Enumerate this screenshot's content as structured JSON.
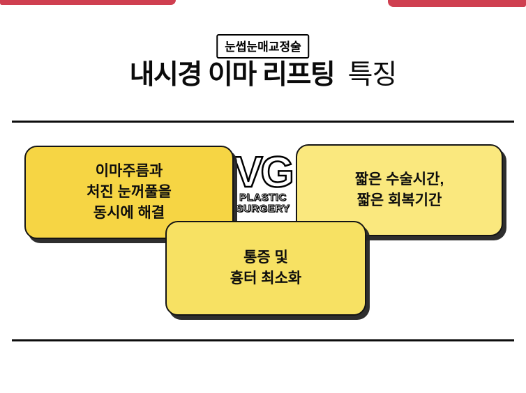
{
  "colors": {
    "accent_red": "#cf3f50",
    "card_left": "#f6d544",
    "card_right": "#fae87e",
    "card_bottom": "#f7e163",
    "ink": "#111111"
  },
  "header": {
    "tag_label": "눈썹눈매교정술",
    "title_strong": "내시경 이마 리프팅",
    "title_light": "특징"
  },
  "cards": [
    {
      "name": "forehead-and-eyelid",
      "color": "#f6d544",
      "lines": [
        "이마주름과",
        "처진 눈꺼풀을",
        "동시에 해결"
      ]
    },
    {
      "name": "short-time-recovery",
      "color": "#fae87e",
      "lines": [
        "짧은 수술시간,",
        "짧은 회복기간"
      ]
    },
    {
      "name": "pain-scar-minimized",
      "color": "#f7e163",
      "lines": [
        "통증 및",
        "흉터 최소화"
      ]
    }
  ],
  "logo": {
    "monogram": "VG",
    "line1": "PLASTIC",
    "line2": "SURGERY"
  }
}
